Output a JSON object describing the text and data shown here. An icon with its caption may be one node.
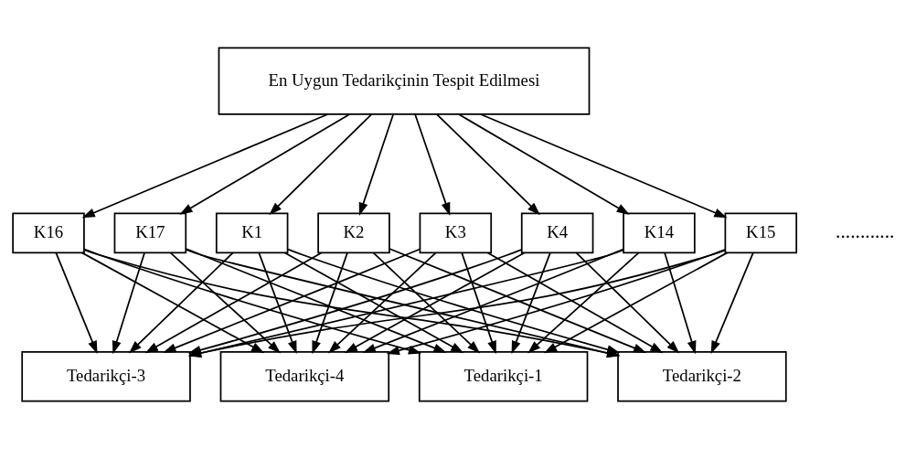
{
  "diagram": {
    "nodes": [
      {
        "text": [
          "En Uygun Tedarikçinin Tespit Edilmesi"
        ]
      },
      {
        "text": [
          "K1"
        ]
      },
      {
        "text": [
          "K2"
        ]
      },
      {
        "text": [
          "K3"
        ]
      },
      {
        "text": [
          "K4"
        ]
      },
      {
        "text": [
          "K14"
        ]
      },
      {
        "text": [
          "K15"
        ]
      },
      {
        "text": [
          "K16"
        ]
      },
      {
        "text": [
          "K17"
        ]
      },
      {
        "text": [
          "Tedarikçi-1"
        ]
      },
      {
        "text": [
          "Tedarikçi-2"
        ]
      },
      {
        "text": [
          "Tedarikçi-3"
        ]
      },
      {
        "text": [
          "Tedarikçi-4"
        ]
      }
    ],
    "edges": [
      {
        "from": 0,
        "to": 1,
        "arrow": "to"
      },
      {
        "from": 0,
        "to": 2,
        "arrow": "to"
      },
      {
        "from": 0,
        "to": 3,
        "arrow": "to"
      },
      {
        "from": 0,
        "to": 4,
        "arrow": "to"
      },
      {
        "from": 0,
        "to": 5,
        "arrow": "to"
      },
      {
        "from": 0,
        "to": 6,
        "arrow": "to"
      },
      {
        "from": 0,
        "to": 7,
        "arrow": "to"
      },
      {
        "from": 0,
        "to": 8,
        "arrow": "to"
      },
      {
        "from": 1,
        "to": 9,
        "arrow": "to"
      },
      {
        "from": 1,
        "to": 10,
        "arrow": "to"
      },
      {
        "from": 1,
        "to": 11,
        "arrow": "to"
      },
      {
        "from": 1,
        "to": 12,
        "arrow": "to"
      },
      {
        "from": 2,
        "to": 9,
        "arrow": "to"
      },
      {
        "from": 2,
        "to": 10,
        "arrow": "to"
      },
      {
        "from": 2,
        "to": 11,
        "arrow": "to"
      },
      {
        "from": 2,
        "to": 12,
        "arrow": "to"
      },
      {
        "from": 3,
        "to": 9,
        "arrow": "to"
      },
      {
        "from": 3,
        "to": 10,
        "arrow": "to"
      },
      {
        "from": 3,
        "to": 11,
        "arrow": "to"
      },
      {
        "from": 3,
        "to": 12,
        "arrow": "to"
      },
      {
        "from": 4,
        "to": 9,
        "arrow": "to"
      },
      {
        "from": 4,
        "to": 10,
        "arrow": "to"
      },
      {
        "from": 4,
        "to": 11,
        "arrow": "to"
      },
      {
        "from": 4,
        "to": 12,
        "arrow": "to"
      },
      {
        "from": 5,
        "to": 9,
        "arrow": "to"
      },
      {
        "from": 5,
        "to": 10,
        "arrow": "to"
      },
      {
        "from": 5,
        "to": 11,
        "arrow": "to"
      },
      {
        "from": 5,
        "to": 12,
        "arrow": "to"
      },
      {
        "from": 6,
        "to": 9,
        "arrow": "to"
      },
      {
        "from": 6,
        "to": 10,
        "arrow": "to"
      },
      {
        "from": 6,
        "to": 11,
        "arrow": "to"
      },
      {
        "from": 6,
        "to": 12,
        "arrow": "to"
      },
      {
        "from": 7,
        "to": 9,
        "arrow": "to"
      },
      {
        "from": 7,
        "to": 10,
        "arrow": "to"
      },
      {
        "from": 7,
        "to": 11,
        "arrow": "to"
      },
      {
        "from": 7,
        "to": 12,
        "arrow": "to"
      },
      {
        "from": 8,
        "to": 9,
        "arrow": "to"
      },
      {
        "from": 8,
        "to": 10,
        "arrow": "to"
      },
      {
        "from": 8,
        "to": 11,
        "arrow": "to"
      },
      {
        "from": 8,
        "to": 12,
        "arrow": "to"
      }
    ],
    "labels": [
      "............"
    ]
  }
}
